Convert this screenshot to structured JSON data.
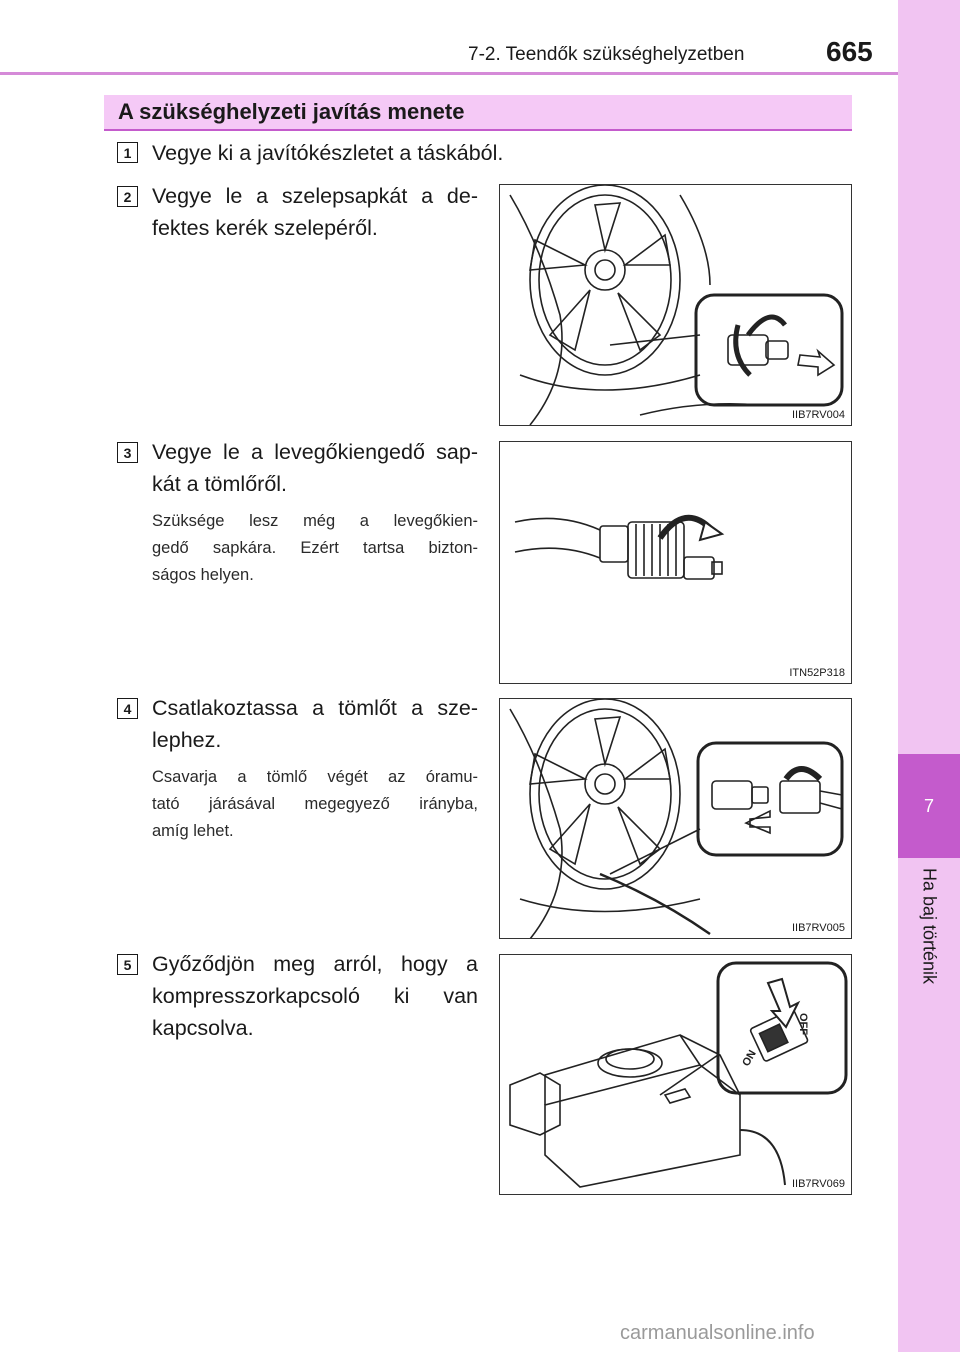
{
  "header": {
    "section_title": "7-2. Teendők szükséghelyzetben",
    "page_number": "665"
  },
  "side_tab": {
    "chapter_number": "7",
    "chapter_title": "Ha baj történik"
  },
  "section_heading": "A szükséghelyzeti javítás menete",
  "steps": [
    {
      "number": "1",
      "text": "Vegye ki a javítókészletet a táskából."
    },
    {
      "number": "2",
      "text": "Vegye le a szelepsapkát a de-fektes kerék szelepéről.",
      "line1": "Vegye le a szelepsapkát a de-",
      "line2": "fektes kerék szelepéről.",
      "figure_code": "IIB7RV004"
    },
    {
      "number": "3",
      "line1": "Vegye le a levegőkiengedő sap-",
      "line2": "kát a tömlőről.",
      "note": [
        "Szüksége lesz még a levegőkien-",
        "gedő sapkára. Ezért tartsa bizton-",
        "ságos helyen."
      ],
      "figure_code": "ITN52P318"
    },
    {
      "number": "4",
      "line1": "Csatlakoztassa a tömlőt a sze-",
      "line2": "lephez.",
      "note": [
        "Csavarja a tömlő végét az óramu-",
        "tató járásával megegyező irányba,",
        "amíg lehet."
      ],
      "figure_code": "IIB7RV005"
    },
    {
      "number": "5",
      "line1": "Győződjön meg arról, hogy a",
      "line2": "kompresszorkapcsoló ki van",
      "line3": "kapcsolva.",
      "figure_code": "IIB7RV069",
      "switch_labels": {
        "on": "ON",
        "off": "OFF"
      }
    }
  ],
  "watermark": "carmanualsonline.info",
  "colors": {
    "accent": "#c45bcc",
    "heading_bg": "#f5c9f6",
    "side_strip": "#f1c4f2"
  }
}
